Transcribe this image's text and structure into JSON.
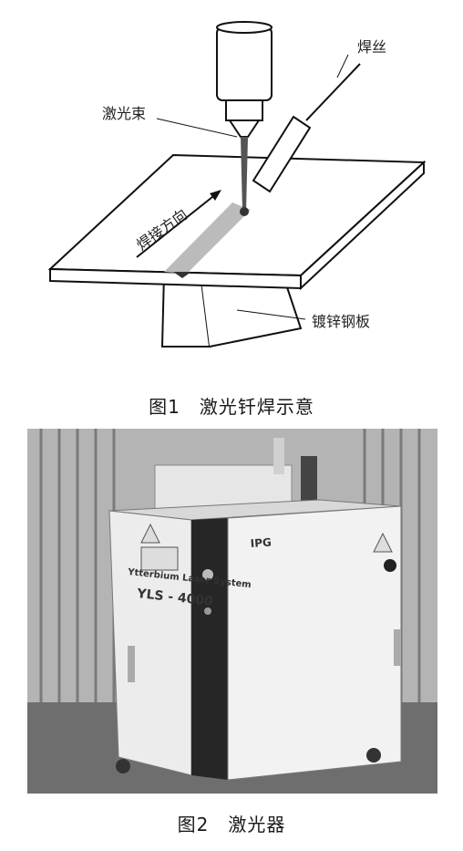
{
  "figure1": {
    "labels": {
      "beam": "激光束",
      "wire": "焊丝",
      "direction": "焊接方向",
      "plate": "镀锌钢板"
    },
    "caption": "图1　激光钎焊示意"
  },
  "figure2": {
    "device_text": {
      "system_name": "Ytterbium Laser System",
      "model": "YLS - 4000",
      "brand": "IPG"
    },
    "caption": "图2　激光器"
  }
}
